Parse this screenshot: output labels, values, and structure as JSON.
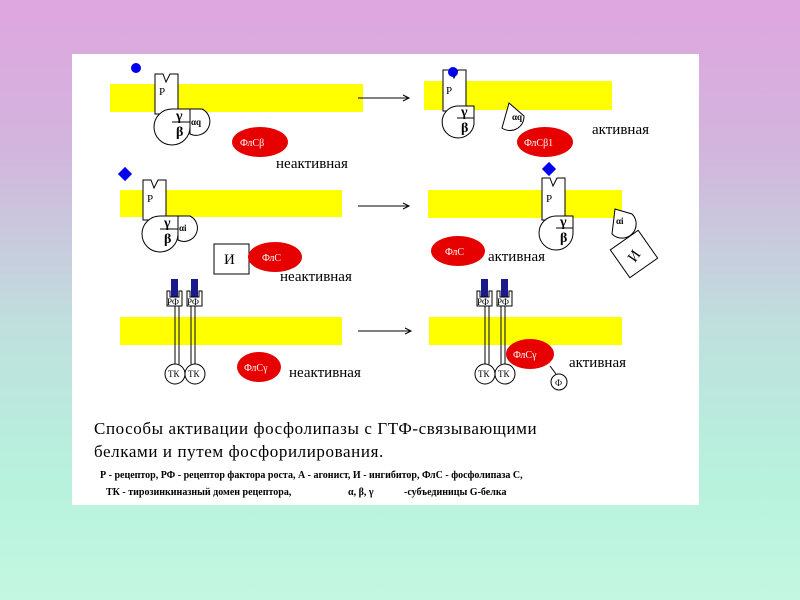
{
  "receptor_label": "Р",
  "growth_factor_receptor_label": "РФ",
  "tyrosine_kinase_label": "ТК",
  "inhibitor_label": "И",
  "phosphate_label": "Ф",
  "gamma": "γ",
  "beta": "β",
  "alpha_q": "αq",
  "alpha_i": "αi",
  "enzyme_beta": "ФлСβ",
  "enzyme_beta1": "ФлСβ1",
  "enzyme_plain": "ФлС",
  "enzyme_gamma": "ФлСγ",
  "state_inactive": "неактивная",
  "state_active": "активная",
  "caption_line1": "Способы активации фосфолипазы с ГТФ-связывающими",
  "caption_line2": "белками и путем фосфорилирования.",
  "legend_line1": "Р - рецептор, РФ - рецептор фактора роста, А - агонист, И - ингибитор, ФлС - фосфолипаза С,",
  "legend_line2_a": "ТК - тирозинкиназный домен рецептора,",
  "legend_line2_greek": "α, β, γ",
  "legend_line2_b": "-субъединицы G-белка",
  "colors": {
    "membrane": "#ffff00",
    "enzyme": "#e60000",
    "agonist": "#0000ee",
    "receptor_cap": "#1a1a8c"
  }
}
